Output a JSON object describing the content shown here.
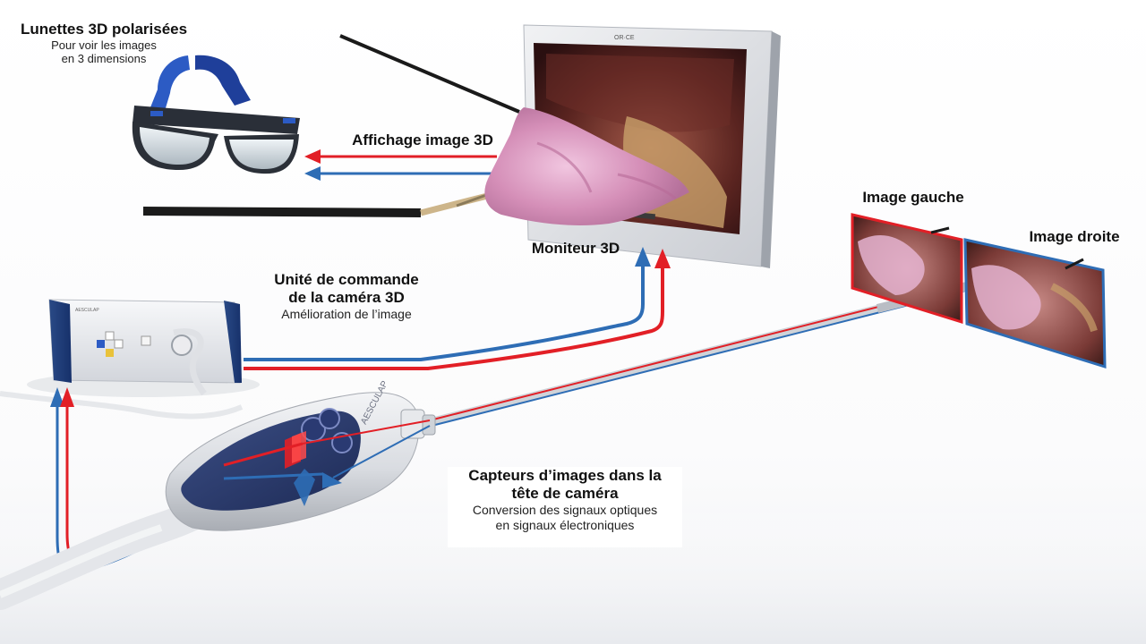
{
  "labels": {
    "glasses": {
      "title": "Lunettes 3D polarisées",
      "line1": "Pour voir les images",
      "line2": "en 3 dimensions"
    },
    "display": {
      "title": "Affichage image 3D"
    },
    "monitor": {
      "title": "Moniteur 3D"
    },
    "ccu": {
      "line1": "Unité de commande",
      "line2": "de la caméra 3D",
      "sub": "Amélioration de l’image"
    },
    "sensors": {
      "line1": "Capteurs d’images dans la",
      "line2": "tête de caméra",
      "sub1": "Conversion des signaux optiques",
      "sub2": "en signaux électroniques"
    },
    "image_left": {
      "title": "Image gauche"
    },
    "image_right": {
      "title": "Image droite"
    }
  },
  "device_text": {
    "scope_brand": "AESCULAP",
    "monitor_brand": "OR·CE",
    "ccu_brand": "AESCULAP"
  },
  "colors": {
    "signal_red": "#e21f26",
    "signal_blue": "#2e6db5",
    "text": "#111111"
  }
}
